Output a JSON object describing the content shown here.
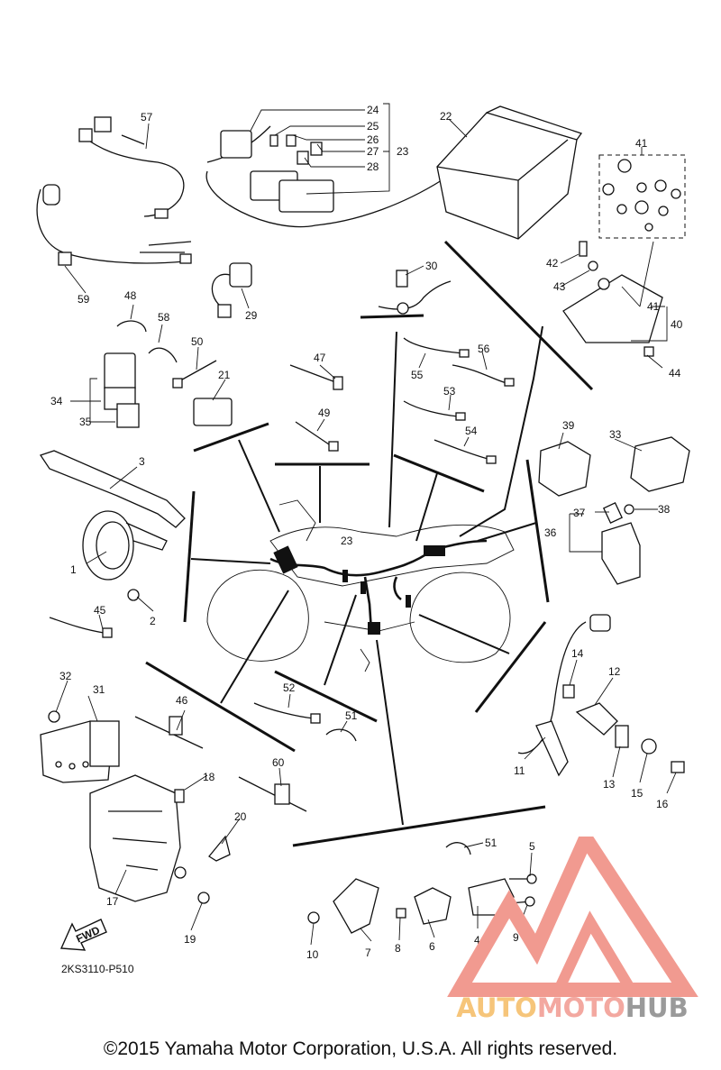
{
  "diagram_code": "2KS3110-P510",
  "copyright": "©2015 Yamaha Motor Corporation, U.S.A. All rights reserved.",
  "fwd_label": "FWD",
  "watermark": {
    "part1": "AUTO",
    "part2": "MOTO",
    "part3": "HUB"
  },
  "colors": {
    "line": "#111111",
    "watermark_red": "#f19a90",
    "watermark_orange": "#f6c57a",
    "watermark_gray": "#9a9a9a"
  },
  "callouts": [
    "1",
    "2",
    "3",
    "4",
    "5",
    "6",
    "7",
    "8",
    "9",
    "10",
    "11",
    "12",
    "13",
    "14",
    "15",
    "16",
    "17",
    "18",
    "19",
    "20",
    "21",
    "22",
    "23",
    "23",
    "24",
    "25",
    "26",
    "27",
    "28",
    "29",
    "30",
    "31",
    "32",
    "33",
    "34",
    "35",
    "36",
    "37",
    "38",
    "39",
    "40",
    "41",
    "41",
    "42",
    "43",
    "44",
    "45",
    "46",
    "47",
    "48",
    "49",
    "50",
    "51",
    "51",
    "52",
    "53",
    "54",
    "55",
    "56",
    "57",
    "58",
    "59",
    "60"
  ]
}
